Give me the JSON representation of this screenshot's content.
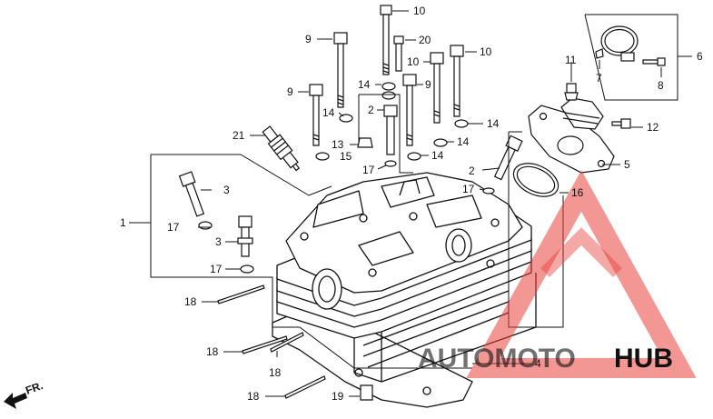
{
  "diagram": {
    "callouts": [
      {
        "id": "c10a",
        "text": "10"
      },
      {
        "id": "c9a",
        "text": "9"
      },
      {
        "id": "c20",
        "text": "20"
      },
      {
        "id": "c10b",
        "text": "10"
      },
      {
        "id": "c10c",
        "text": "10"
      },
      {
        "id": "c9b",
        "text": "9"
      },
      {
        "id": "c9c",
        "text": "9"
      },
      {
        "id": "c14a",
        "text": "14"
      },
      {
        "id": "c14b",
        "text": "14"
      },
      {
        "id": "c14c",
        "text": "14"
      },
      {
        "id": "c14d",
        "text": "14"
      },
      {
        "id": "c14e",
        "text": "14"
      },
      {
        "id": "c2a",
        "text": "2"
      },
      {
        "id": "c2b",
        "text": "2"
      },
      {
        "id": "c21",
        "text": "21"
      },
      {
        "id": "c13",
        "text": "13"
      },
      {
        "id": "c15",
        "text": "15"
      },
      {
        "id": "c17a",
        "text": "17"
      },
      {
        "id": "c17b",
        "text": "17"
      },
      {
        "id": "c17c",
        "text": "17"
      },
      {
        "id": "c17d",
        "text": "17"
      },
      {
        "id": "c3a",
        "text": "3"
      },
      {
        "id": "c3b",
        "text": "3"
      },
      {
        "id": "c1",
        "text": "1"
      },
      {
        "id": "c16",
        "text": "16"
      },
      {
        "id": "c11",
        "text": "11"
      },
      {
        "id": "c7",
        "text": "7"
      },
      {
        "id": "c8",
        "text": "8"
      },
      {
        "id": "c6",
        "text": "6"
      },
      {
        "id": "c12",
        "text": "12"
      },
      {
        "id": "c5",
        "text": "5"
      },
      {
        "id": "c18a",
        "text": "18"
      },
      {
        "id": "c18b",
        "text": "18"
      },
      {
        "id": "c18c",
        "text": "18"
      },
      {
        "id": "c18d",
        "text": "18"
      },
      {
        "id": "c19",
        "text": "19"
      },
      {
        "id": "c4",
        "text": "4"
      }
    ],
    "front_marker": "FR.",
    "watermark": "AUTOMOTOHUB",
    "colors": {
      "line": "#111111",
      "watermark_red": "#e8413a",
      "watermark_gray": "#6f6f6f"
    }
  }
}
